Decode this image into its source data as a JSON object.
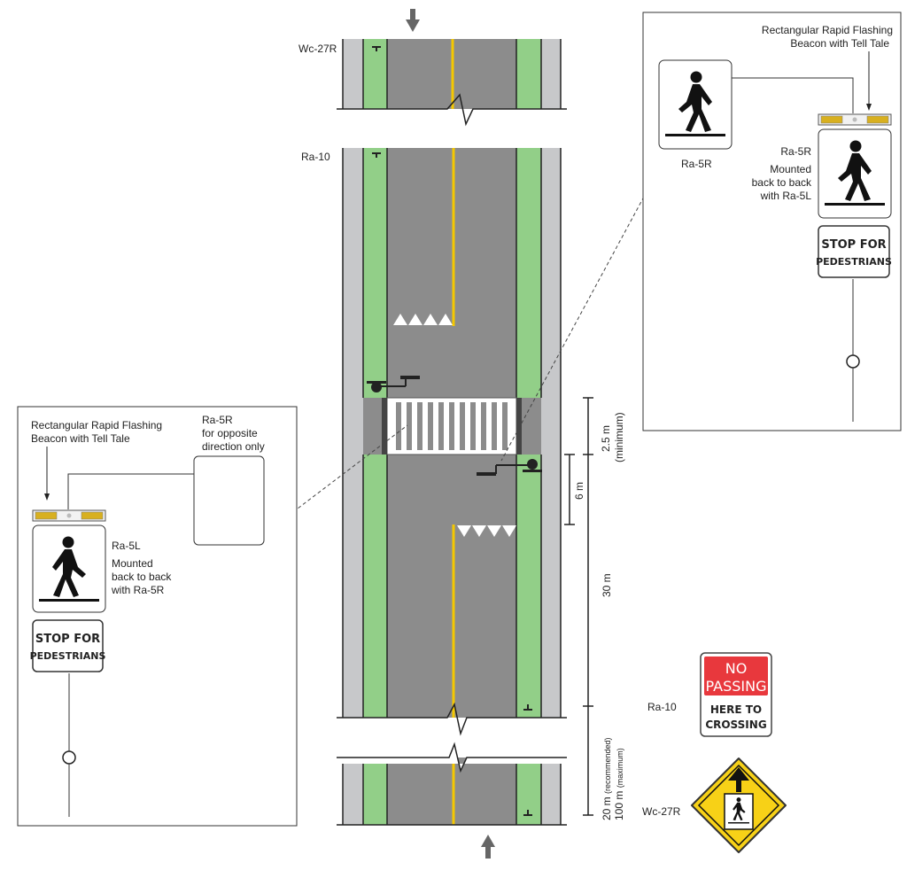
{
  "labels": {
    "wc27r_top": "Wc-27R",
    "ra10_top": "Ra-10",
    "ra10_legend": "Ra-10",
    "wc27r_legend": "Wc-27R"
  },
  "dimensions": {
    "d1_line1": "2.5 m",
    "d1_line2": "(minimum)",
    "d2": "6 m",
    "d3": "30 m",
    "d4_line1": "20 m",
    "d4_line1_small": "(recommended)",
    "d4_line2": "100 m",
    "d4_line2_small": "(maximum)"
  },
  "left_callout": {
    "beacon_line1": "Rectangular Rapid Flashing",
    "beacon_line2": "Beacon with Tell Tale",
    "opp_line1": "Ra-5R",
    "opp_line2": "for opposite",
    "opp_line3": "direction only",
    "sign_id": "Ra-5L",
    "mount_line1": "Mounted",
    "mount_line2": "back to back",
    "mount_line3": "with Ra-5R",
    "plaque_line1": "STOP FOR",
    "plaque_line2": "PEDESTRIANS"
  },
  "right_callout": {
    "beacon_line1": "Rectangular Rapid Flashing",
    "beacon_line2": "Beacon with Tell Tale",
    "sign_a_id": "Ra-5R",
    "sign_b_id": "Ra-5R",
    "mount_line1": "Mounted",
    "mount_line2": "back to back",
    "mount_line3": "with Ra-5L",
    "plaque_line1": "STOP FOR",
    "plaque_line2": "PEDESTRIANS"
  },
  "ra10_sign": {
    "line1": "NO",
    "line2": "PASSING",
    "line3": "HERE TO",
    "line4": "CROSSING"
  },
  "colors": {
    "bike_lane": "#92cf88",
    "road": "#8c8c8c",
    "shoulder": "#c7c8ca",
    "centerline": "#f5c800",
    "red_sign": "#e8383d",
    "yellow_sign": "#f7d117",
    "beacon_amber": "#d8b020"
  }
}
